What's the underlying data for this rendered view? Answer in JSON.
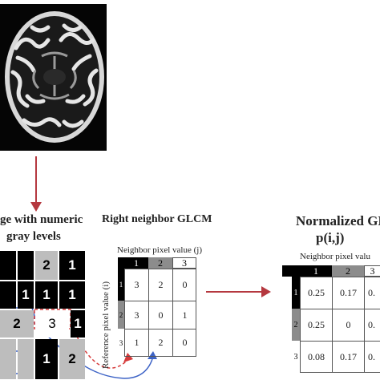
{
  "image_matrix": {
    "title_line1": "ge with numeric",
    "title_line2": "gray levels",
    "cells": [
      [
        "",
        "",
        "2",
        "1"
      ],
      [
        "",
        "1",
        "1",
        "1"
      ],
      [
        "",
        "2",
        "3",
        "1"
      ],
      [
        "",
        "",
        "1",
        "2"
      ]
    ]
  },
  "glcm": {
    "title": "Right neighbor GLCM",
    "col_axis_label": "Neighbor pixel value (j)",
    "row_axis_label": "Reference pixel value (i)",
    "headers": [
      "1",
      "2",
      "3"
    ],
    "values": [
      [
        "3",
        "2",
        "0"
      ],
      [
        "3",
        "0",
        "1"
      ],
      [
        "1",
        "2",
        "0"
      ]
    ]
  },
  "normalized": {
    "title_line1": "Normalized GL",
    "title_line2": "p(i,j)",
    "col_axis_label": "Neighbor pixel valu",
    "headers": [
      "1",
      "2",
      "3"
    ],
    "row_headers": [
      "1",
      "2",
      "3"
    ],
    "values": [
      [
        "0.25",
        "0.17",
        "0."
      ],
      [
        "0.25",
        "0",
        "0."
      ],
      [
        "0.08",
        "0.17",
        "0."
      ]
    ]
  },
  "colors": {
    "arrow_red": "#b5383f",
    "arrow_blue": "#3d63c6",
    "dashed_red": "#d63a3a"
  }
}
